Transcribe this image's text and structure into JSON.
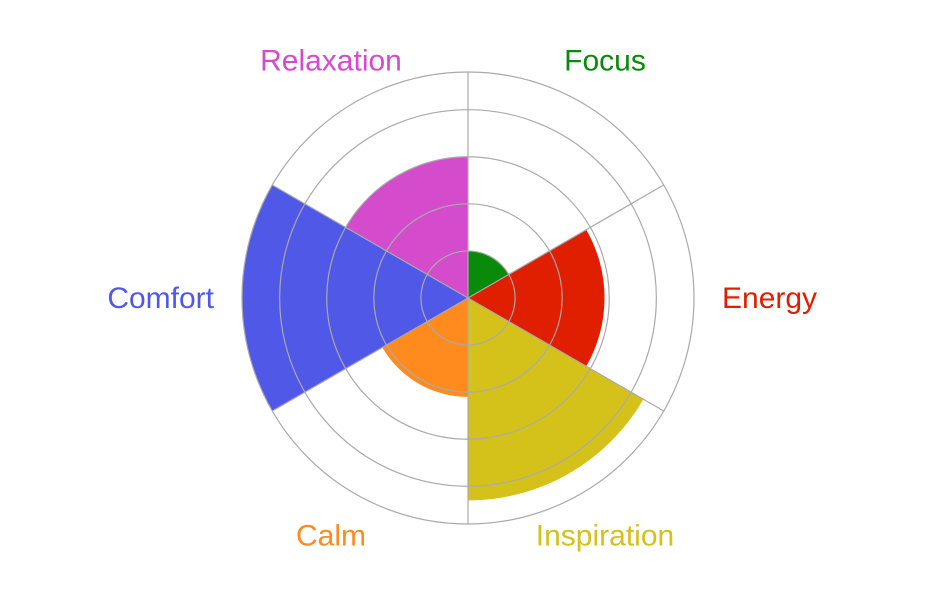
{
  "chart_data": {
    "type": "polar-area",
    "categories": [
      "Focus",
      "Energy",
      "Inspiration",
      "Calm",
      "Comfort",
      "Relaxation"
    ],
    "values": [
      1.0,
      2.9,
      4.3,
      2.1,
      4.8,
      3.0
    ],
    "colors": [
      "#0a8a0a",
      "#e01e00",
      "#d4c11a",
      "#ff8a1e",
      "#5058e8",
      "#d44ccc"
    ],
    "rlim": [
      0,
      4.8
    ],
    "grid_rings": [
      1,
      2,
      3,
      4,
      4.8
    ],
    "grid": true,
    "start_angle": "top",
    "direction": "clockwise"
  }
}
